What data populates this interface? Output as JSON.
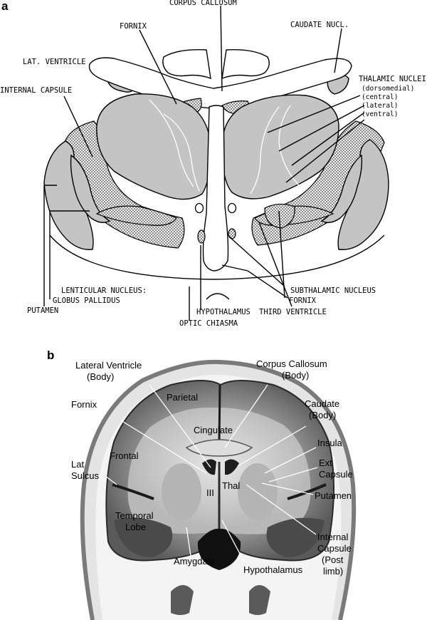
{
  "panel_a": {
    "letter": "a",
    "labels": {
      "corpus_callosum": "CORPUS  CALLOSUM",
      "fornix_top": "FORNIX",
      "caudate_nucl": "CAUDATE NUCL.",
      "lat_ventricle": "LAT. VENTRICLE",
      "internal_capsule": "INTERNAL CAPSULE",
      "thalamic_nuclei": "THALAMIC NUCLEI",
      "dorsomedial": "(dorsomedial)",
      "central": "(central)",
      "lateral": "(lateral)",
      "ventral": "(ventral)",
      "lenticular_nucleus": "LENTICULAR NUCLEUS:",
      "globus_pallidus": "GLOBUS PALLIDUS",
      "putamen": "PUTAMEN",
      "subthalamic_nucleus": "SUBTHALAMIC NUCLEUS",
      "fornix_bottom": "FORNIX",
      "third_ventricle": "THIRD VENTRICLE",
      "hypothalamus": "HYPOTHALAMUS",
      "optic_chiasma": "OPTIC CHIASMA"
    }
  },
  "panel_b": {
    "letter": "b",
    "labels": {
      "lateral_ventricle": "Lateral Ventricle",
      "lateral_ventricle_2": "(Body)",
      "corpus_callosum": "Corpus Callosum",
      "corpus_callosum_2": "(Body)",
      "fornix": "Fornix",
      "caudate": "Caudate",
      "caudate_2": "(Body)",
      "insula": "Insula",
      "ext_capsule": "Ext",
      "ext_capsule_2": "Capsule",
      "lat_sulcus": "Lat",
      "lat_sulcus_2": "Sulcus",
      "putamen": "Putamen",
      "internal_capsule": "Internal",
      "internal_capsule_2": "Capsule",
      "internal_capsule_3": "(Post",
      "internal_capsule_4": "limb)",
      "amygdala": "Amygdala",
      "hypothalamus": "Hypothalamus",
      "parietal": "Parietal",
      "cingulate": "Cingulate",
      "frontal": "Frontal",
      "thal": "Thal",
      "third_ventricle": "III",
      "temporal": "Temporal",
      "temporal_2": "Lobe"
    }
  }
}
